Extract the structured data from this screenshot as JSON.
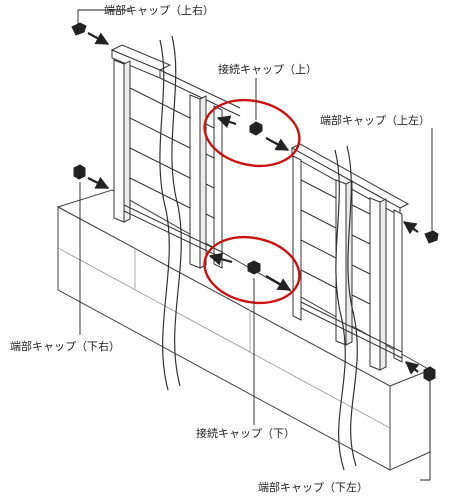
{
  "labels": {
    "end_cap_upper_right": "端部キャップ（上右）",
    "joint_cap_upper": "接続キャップ（上）",
    "end_cap_upper_left": "端部キャップ（上左）",
    "end_cap_lower_right": "端部キャップ（下右）",
    "joint_cap_lower": "接続キャップ（下）",
    "end_cap_lower_left": "端部キャップ（下左）"
  },
  "colors": {
    "line": "#222222",
    "highlight": "#cc1111",
    "background": "#ffffff"
  }
}
